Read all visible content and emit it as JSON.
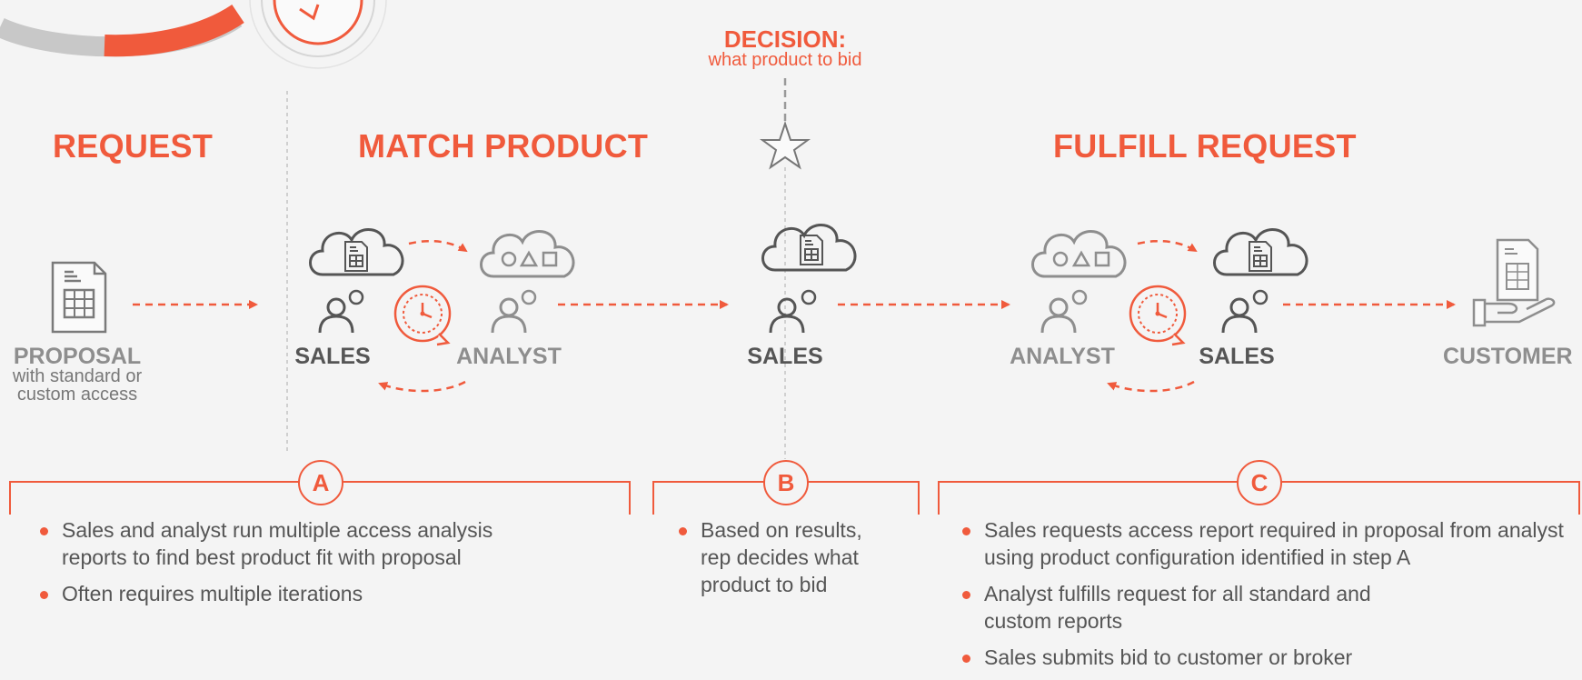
{
  "colors": {
    "accent": "#f05a3c",
    "dark": "#555555",
    "light": "#8e8e8e",
    "background": "#f4f4f4"
  },
  "decision": {
    "title": "DECISION:",
    "subtitle": "what product to bid"
  },
  "stages": {
    "request": "REQUEST",
    "match": "MATCH PRODUCT",
    "fulfill": "FULFILL REQUEST"
  },
  "nodes": {
    "proposal": {
      "label": "PROPOSAL",
      "sub1": "with standard or",
      "sub2": "custom  access",
      "icon": "document-grid-icon"
    },
    "sales_1": {
      "label": "SALES",
      "icon": "person-thinking-document-icon"
    },
    "analyst_1": {
      "label": "ANALYST",
      "icon": "person-thinking-shapes-icon"
    },
    "sales_2": {
      "label": "SALES",
      "icon": "person-thinking-document-icon"
    },
    "analyst_2": {
      "label": "ANALYST",
      "icon": "person-thinking-shapes-icon"
    },
    "sales_3": {
      "label": "SALES",
      "icon": "person-thinking-document-icon"
    },
    "customer": {
      "label": "CUSTOMER",
      "icon": "hand-document-icon"
    }
  },
  "steps": [
    {
      "badge": "A",
      "bullets": [
        "Sales and analyst run multiple access analysis reports to find best product fit with proposal",
        "Often requires multiple iterations"
      ]
    },
    {
      "badge": "B",
      "bullets": [
        "Based on results, rep decides what product to bid"
      ]
    },
    {
      "badge": "C",
      "bullets": [
        "Sales requests access report required in proposal from analyst using product configuration identified in step A",
        "Analyst fulfills request for all standard and custom reports",
        "Sales submits bid to customer or broker"
      ]
    }
  ]
}
